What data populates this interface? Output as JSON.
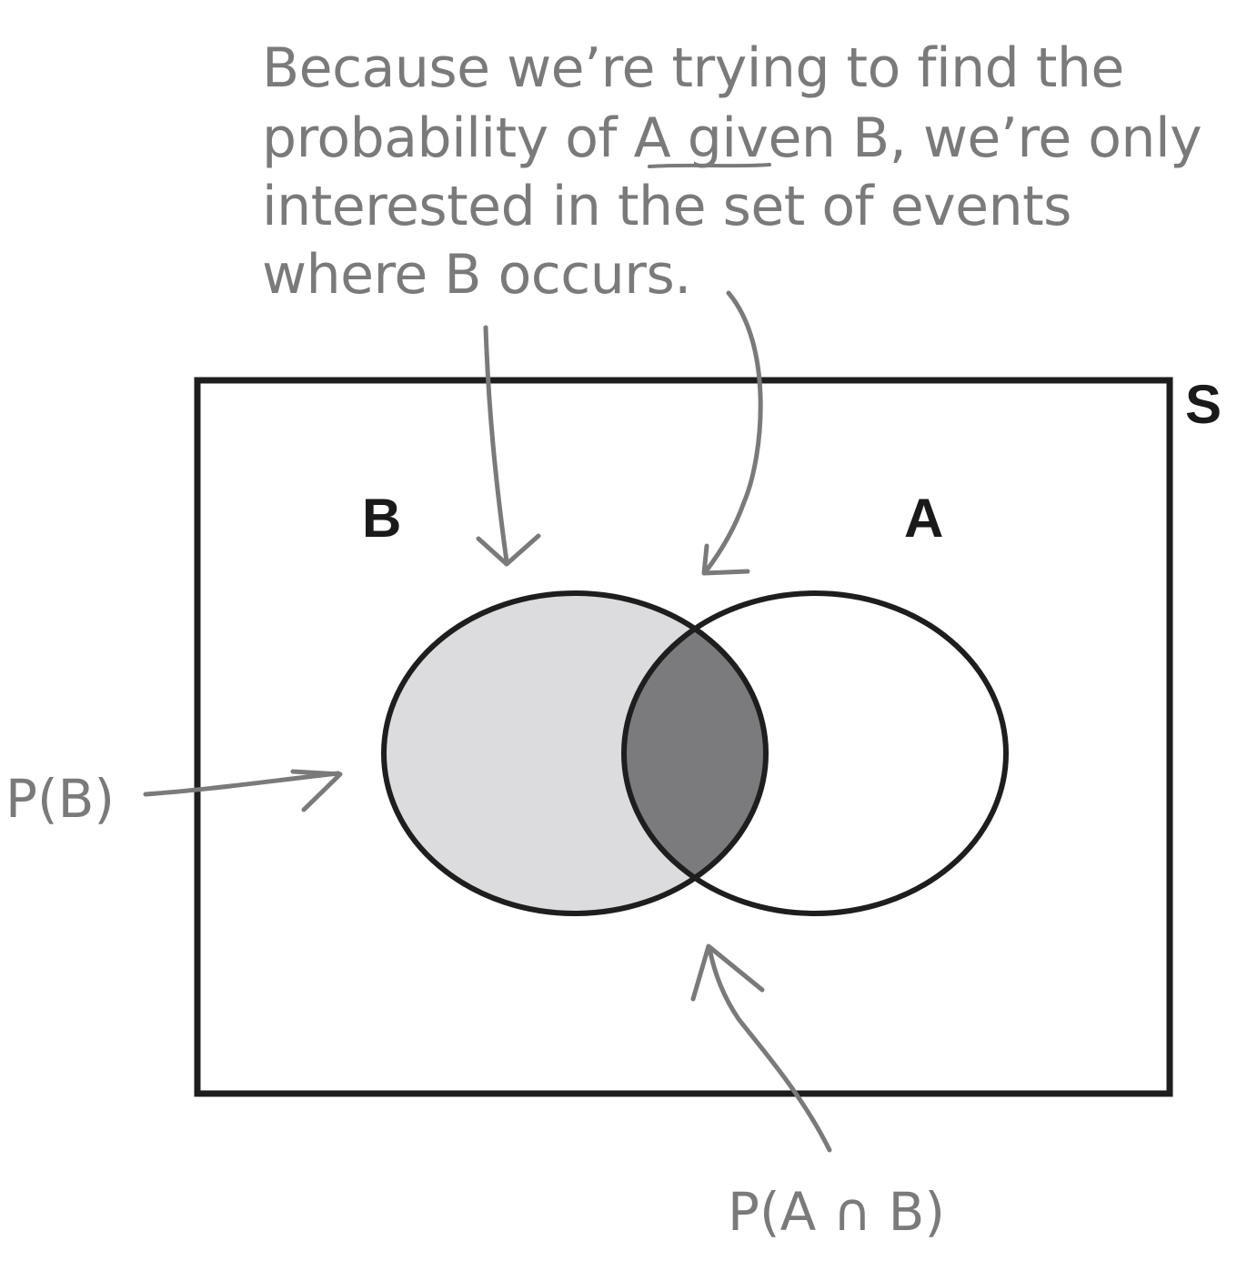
{
  "callout": {
    "line1": "Because we’re trying to find the",
    "line2_before": "probability of A ",
    "line2_underlined": "given",
    "line2_after": " B, we’re only",
    "line3": "interested in the set of events",
    "line4": "where B occurs."
  },
  "labels": {
    "sample_space": "S",
    "set_b": "B",
    "set_a": "A",
    "prob_b": "P(B)",
    "prob_a_and_b": "P(A ∩ B)"
  },
  "colors": {
    "b_region": "#dcdcde",
    "intersection": "#7b7b7d",
    "outline": "#1e1e1e",
    "annotation": "#7a7a7a"
  }
}
